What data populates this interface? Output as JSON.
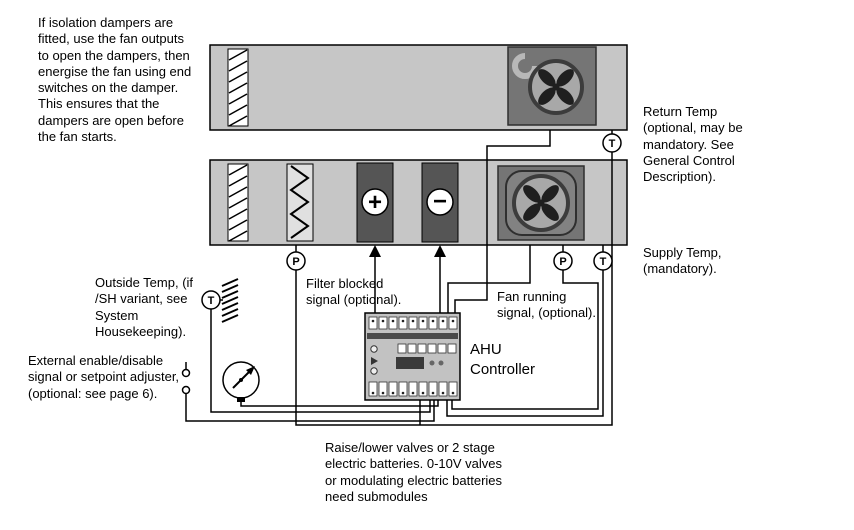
{
  "notes": {
    "isolation": "If isolation dampers are fitted, use the fan outputs to open the dampers, then energise the fan using end switches on the damper. This ensures that the dampers are open before the fan starts.",
    "return_temp": "Return Temp (optional, may be mandatory. See General Control Description).",
    "supply_temp": "Supply Temp, (mandatory).",
    "outside_temp": "Outside Temp, (if /SH variant, see System Housekeeping).",
    "external_enable": "External enable/disable signal or setpoint adjuster, (optional: see page 6).",
    "filter_blocked": "Filter blocked signal (optional).",
    "fan_running": "Fan running signal, (optional).",
    "raise_lower": "Raise/lower valves or 2 stage electric batteries. 0-10V valves or modulating electric batteries need submodules"
  },
  "labels": {
    "controller": "AHU Controller",
    "temp_sensor": "T",
    "pressure_sensor": "P",
    "heating_coil": "+",
    "cooling_coil": "−"
  },
  "colors": {
    "duct_fill": "#c6c6c6",
    "equipment_fill": "#757575",
    "coil_fill": "#555555"
  }
}
